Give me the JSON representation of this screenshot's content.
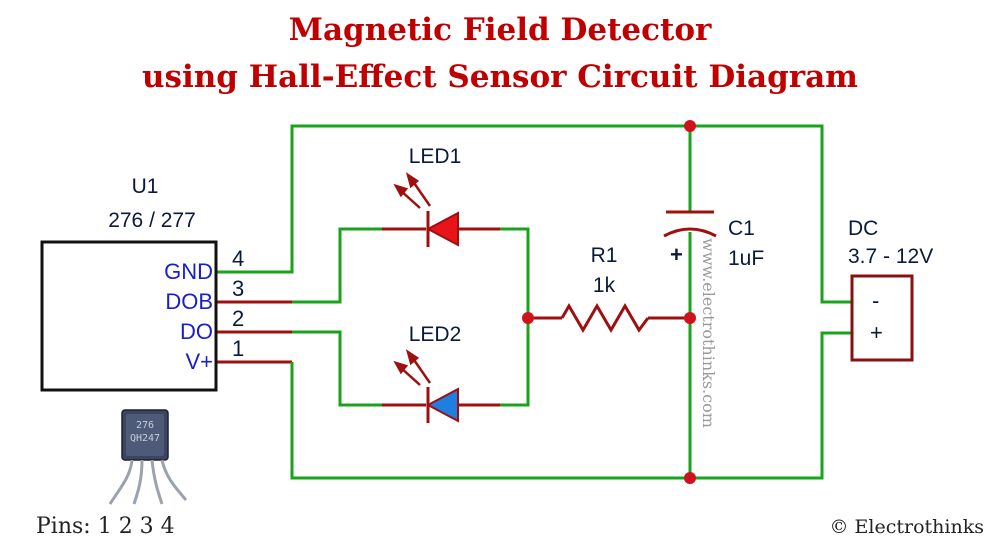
{
  "title": {
    "line1": "Magnetic Field Detector",
    "line2": "using Hall-Effect Sensor Circuit Diagram"
  },
  "sensor": {
    "ref": "U1",
    "part": "276 / 277",
    "pins": [
      {
        "name": "GND",
        "number": "4"
      },
      {
        "name": "DOB",
        "number": "3"
      },
      {
        "name": "DO",
        "number": "2"
      },
      {
        "name": "V+",
        "number": "1"
      }
    ],
    "chip_marking": [
      "276",
      "QH247"
    ],
    "pins_caption": "Pins: 1 2 3 4"
  },
  "led1": {
    "label": "LED1",
    "color": "#e8141a"
  },
  "led2": {
    "label": "LED2",
    "color": "#1e7fe0"
  },
  "resistor": {
    "ref": "R1",
    "value": "1k"
  },
  "capacitor": {
    "ref": "C1",
    "value": "1uF",
    "polarity": "+"
  },
  "power": {
    "ref": "DC",
    "range": "3.7 - 12V",
    "minus": "-",
    "plus": "+"
  },
  "watermark": "www.electrothinks.com",
  "copyright": "© Electrothinks",
  "colors": {
    "title": "#c00000",
    "wire_green": "#1aa31a",
    "wire_dark_red": "#9e1010",
    "node": "#d0101a",
    "pin_text": "#1a20c8"
  }
}
